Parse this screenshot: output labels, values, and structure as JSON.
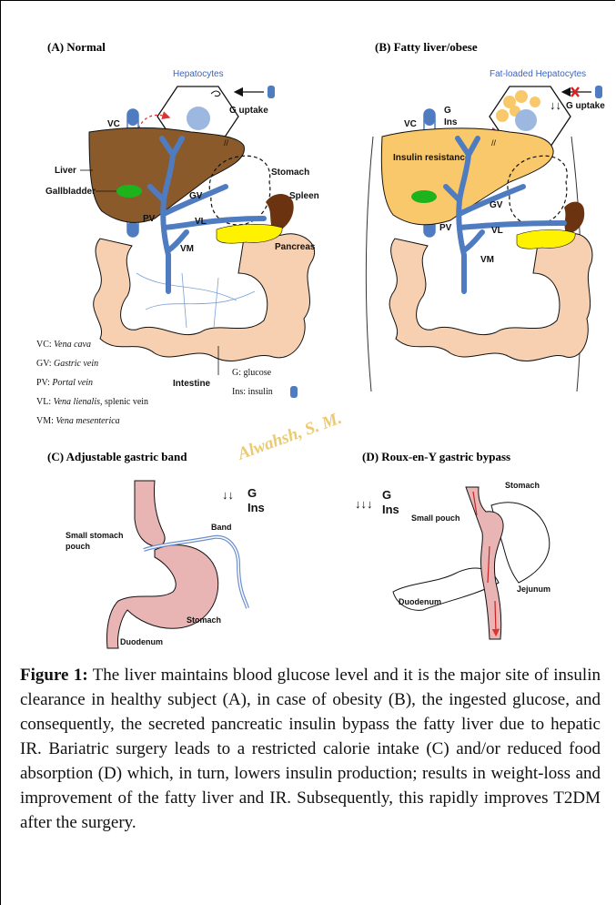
{
  "panels": {
    "a": {
      "title": "(A) Normal",
      "hepatocytes": "Hepatocytes",
      "g_uptake": "G uptake",
      "labels": {
        "vc": "VC",
        "liver": "Liver",
        "gallbladder": "Gallbladder",
        "stomach": "Stomach",
        "spleen": "Spleen",
        "gv": "GV",
        "vl": "VL",
        "pv": "PV",
        "vm": "VM",
        "pancreas": "Pancreas",
        "intestine": "Intestine"
      }
    },
    "b": {
      "title": "(B) Fatty liver/obese",
      "hepatocytes": "Fat-loaded Hepatocytes",
      "g_uptake": "G uptake",
      "g": "G",
      "ins": "Ins",
      "insulin_resistance": "Insulin resistance",
      "labels": {
        "vc": "VC",
        "gv": "GV",
        "vl": "VL",
        "pv": "PV",
        "vm": "VM"
      }
    },
    "c": {
      "title": "(C) Adjustable gastric band",
      "g": "G",
      "ins": "Ins",
      "labels": {
        "band": "Band",
        "small_pouch_1": "Small stomach",
        "small_pouch_2": "pouch",
        "stomach": "Stomach",
        "duodenum": "Duodenum"
      }
    },
    "d": {
      "title": "(D) Roux-en-Y gastric bypass",
      "g": "G",
      "ins": "Ins",
      "labels": {
        "stomach": "Stomach",
        "small_pouch": "Small pouch",
        "jejunum": "Jejunum",
        "duodenum": "Duodenum"
      }
    }
  },
  "abbreviations": [
    {
      "abbr": "VC:",
      "name": "Vena cava",
      "extra": ""
    },
    {
      "abbr": "GV:",
      "name": "Gastric vein",
      "extra": ""
    },
    {
      "abbr": "PV:",
      "name": "Portal vein",
      "extra": ""
    },
    {
      "abbr": "VL:",
      "name": "Vena lienalis,",
      "extra": " splenic vein"
    },
    {
      "abbr": "VM:",
      "name": "Vena mesenterica",
      "extra": ""
    }
  ],
  "legend": {
    "glucose": "G: glucose",
    "insulin": "Ins: insulin"
  },
  "watermark": "Alwahsh, S. M.",
  "caption": {
    "lead": "Figure 1:",
    "text": " The liver maintains blood glucose level and it is the major site of insulin clearance in healthy subject (A), in case of obesity (B), the ingested glucose, and consequently, the secreted pancreatic insulin bypass the fatty liver due to hepatic IR. Bariatric surgery leads to a restricted calorie intake (C) and/or reduced food absorption (D) which, in turn, lowers insulin production; results in weight-loss and improvement of the fatty liver and IR. Subsequently, this rapidly improves T2DM after the surgery."
  },
  "colors": {
    "liver_normal": "#8B5A2B",
    "liver_fatty": "#F9C86A",
    "vein": "#4F7CC0",
    "gallbladder": "#1DB31D",
    "spleen": "#6B3310",
    "pancreas": "#FFF200",
    "intestine": "#F6D0B0",
    "stomach_pink": "#E8B4B4",
    "cell_nucleus": "#9DB8E0"
  }
}
